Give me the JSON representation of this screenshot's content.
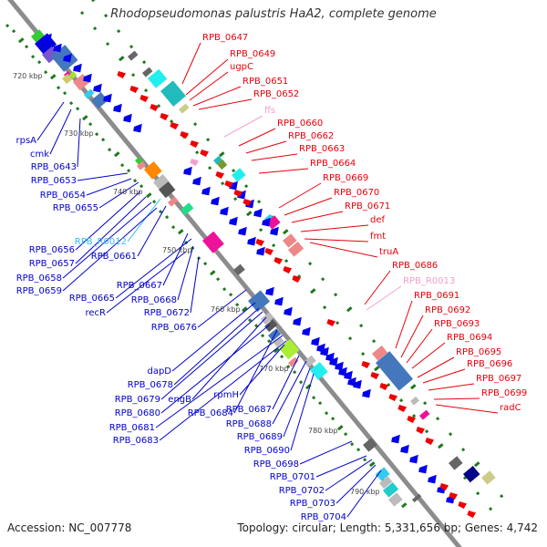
{
  "title": "Rhodopseudomonas palustris HaA2, complete genome",
  "footer": {
    "accession": "Accession: NC_007778",
    "summary": "Topology: circular; Length: 5,331,656 bp; Genes: 4,742"
  },
  "colors": {
    "forward_label": "#e8000b",
    "reverse_label": "#0000cc",
    "rna_forward_label": "#f3a0d0",
    "rna_reverse_label": "#33bbee",
    "backbone": "#8c8c8c",
    "tick": "#1e7a1e"
  },
  "kbp_ticks": [
    "720 kbp",
    "730 kbp",
    "740 kbp",
    "750 kbp",
    "760 kbp",
    "770 kbp",
    "780 kbp",
    "790 kbp"
  ],
  "forward_labels": [
    {
      "text": "RPB_0647",
      "kind": "gene"
    },
    {
      "text": "RPB_0649",
      "kind": "gene"
    },
    {
      "text": "ugpC",
      "kind": "gene"
    },
    {
      "text": "RPB_0651",
      "kind": "gene"
    },
    {
      "text": "RPB_0652",
      "kind": "gene"
    },
    {
      "text": "ffs",
      "kind": "rna"
    },
    {
      "text": "RPB_0660",
      "kind": "gene"
    },
    {
      "text": "RPB_0662",
      "kind": "gene"
    },
    {
      "text": "RPB_0663",
      "kind": "gene"
    },
    {
      "text": "RPB_0664",
      "kind": "gene"
    },
    {
      "text": "RPB_0669",
      "kind": "gene"
    },
    {
      "text": "RPB_0670",
      "kind": "gene"
    },
    {
      "text": "RPB_0671",
      "kind": "gene"
    },
    {
      "text": "def",
      "kind": "gene"
    },
    {
      "text": "fmt",
      "kind": "gene"
    },
    {
      "text": "truA",
      "kind": "gene"
    },
    {
      "text": "RPB_0686",
      "kind": "gene"
    },
    {
      "text": "RPB_R0013",
      "kind": "rna"
    },
    {
      "text": "RPB_0691",
      "kind": "gene"
    },
    {
      "text": "RPB_0692",
      "kind": "gene"
    },
    {
      "text": "RPB_0693",
      "kind": "gene"
    },
    {
      "text": "RPB_0694",
      "kind": "gene"
    },
    {
      "text": "RPB_0695",
      "kind": "gene"
    },
    {
      "text": "RPB_0696",
      "kind": "gene"
    },
    {
      "text": "RPB_0697",
      "kind": "gene"
    },
    {
      "text": "RPB_0699",
      "kind": "gene"
    },
    {
      "text": "radC",
      "kind": "gene"
    }
  ],
  "reverse_labels": [
    {
      "text": "rpsA",
      "kind": "gene"
    },
    {
      "text": "cmk",
      "kind": "gene"
    },
    {
      "text": "RPB_0643",
      "kind": "gene"
    },
    {
      "text": "RPB_0653",
      "kind": "gene"
    },
    {
      "text": "RPB_0654",
      "kind": "gene"
    },
    {
      "text": "RPB_0655",
      "kind": "gene"
    },
    {
      "text": "RPB_R0012",
      "kind": "rna"
    },
    {
      "text": "RPB_0656",
      "kind": "gene"
    },
    {
      "text": "RPB_0661",
      "kind": "gene"
    },
    {
      "text": "RPB_0657",
      "kind": "gene"
    },
    {
      "text": "RPB_0658",
      "kind": "gene"
    },
    {
      "text": "RPB_0659",
      "kind": "gene"
    },
    {
      "text": "RPB_0667",
      "kind": "gene"
    },
    {
      "text": "RPB_0665",
      "kind": "gene"
    },
    {
      "text": "RPB_0668",
      "kind": "gene"
    },
    {
      "text": "recR",
      "kind": "gene"
    },
    {
      "text": "RPB_0672",
      "kind": "gene"
    },
    {
      "text": "RPB_0676",
      "kind": "gene"
    },
    {
      "text": "dapD",
      "kind": "gene"
    },
    {
      "text": "RPB_0678",
      "kind": "gene"
    },
    {
      "text": "RPB_0679",
      "kind": "gene"
    },
    {
      "text": "engB",
      "kind": "gene"
    },
    {
      "text": "rpmH",
      "kind": "gene"
    },
    {
      "text": "RPB_0680",
      "kind": "gene"
    },
    {
      "text": "RPB_0684",
      "kind": "gene"
    },
    {
      "text": "RPB_0687",
      "kind": "gene"
    },
    {
      "text": "RPB_0681",
      "kind": "gene"
    },
    {
      "text": "RPB_0688",
      "kind": "gene"
    },
    {
      "text": "RPB_0683",
      "kind": "gene"
    },
    {
      "text": "RPB_0689",
      "kind": "gene"
    },
    {
      "text": "RPB_0690",
      "kind": "gene"
    },
    {
      "text": "RPB_0698",
      "kind": "gene"
    },
    {
      "text": "RPB_0701",
      "kind": "gene"
    },
    {
      "text": "RPB_0702",
      "kind": "gene"
    },
    {
      "text": "RPB_0703",
      "kind": "gene"
    },
    {
      "text": "RPB_0704",
      "kind": "gene"
    }
  ]
}
